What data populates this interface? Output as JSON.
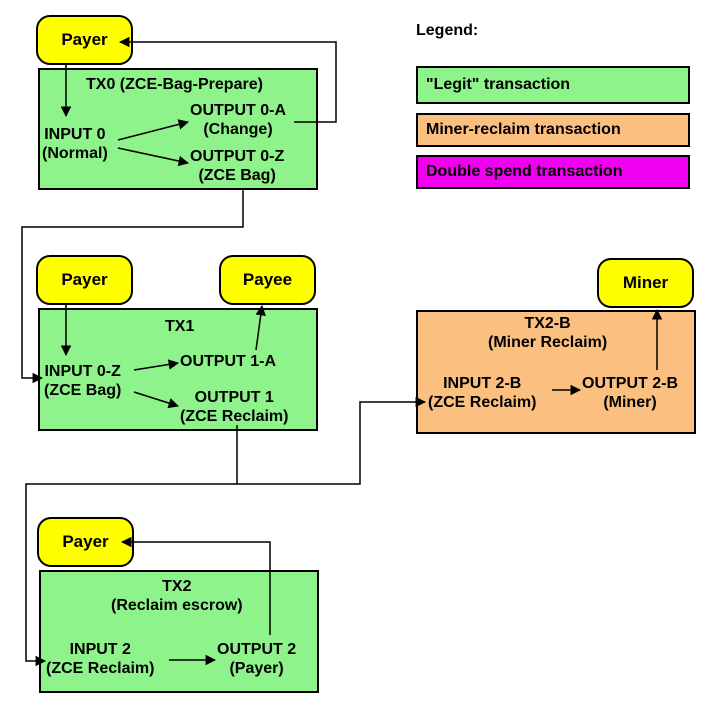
{
  "legend": {
    "title": "Legend:",
    "legit": "\"Legit\" transaction",
    "miner_reclaim": "Miner-reclaim transaction",
    "double_spend": "Double spend transaction"
  },
  "colors": {
    "legit": "#8ef38a",
    "miner_reclaim": "#fbc080",
    "double_spend": "#f000ee",
    "actor": "#ffff00"
  },
  "tx0": {
    "title": "TX0 (ZCE-Bag-Prepare)",
    "payer": "Payer",
    "input_line1": "INPUT 0",
    "input_line2": "(Normal)",
    "out_a_line1": "OUTPUT 0-A",
    "out_a_line2": "(Change)",
    "out_z_line1": "OUTPUT 0-Z",
    "out_z_line2": "(ZCE Bag)"
  },
  "tx1": {
    "title": "TX1",
    "payer": "Payer",
    "payee": "Payee",
    "input_line1": "INPUT 0-Z",
    "input_line2": "(ZCE Bag)",
    "out_a": "OUTPUT 1-A",
    "out1_line1": "OUTPUT 1",
    "out1_line2": "(ZCE Reclaim)"
  },
  "tx2b": {
    "title_line1": "TX2-B",
    "title_line2": "(Miner Reclaim)",
    "miner": "Miner",
    "input_line1": "INPUT 2-B",
    "input_line2": "(ZCE Reclaim)",
    "out_line1": "OUTPUT 2-B",
    "out_line2": "(Miner)"
  },
  "tx2": {
    "title_line1": "TX2",
    "title_line2": "(Reclaim escrow)",
    "payer": "Payer",
    "input_line1": "INPUT 2",
    "input_line2": "(ZCE Reclaim)",
    "out_line1": "OUTPUT 2",
    "out_line2": "(Payer)"
  }
}
